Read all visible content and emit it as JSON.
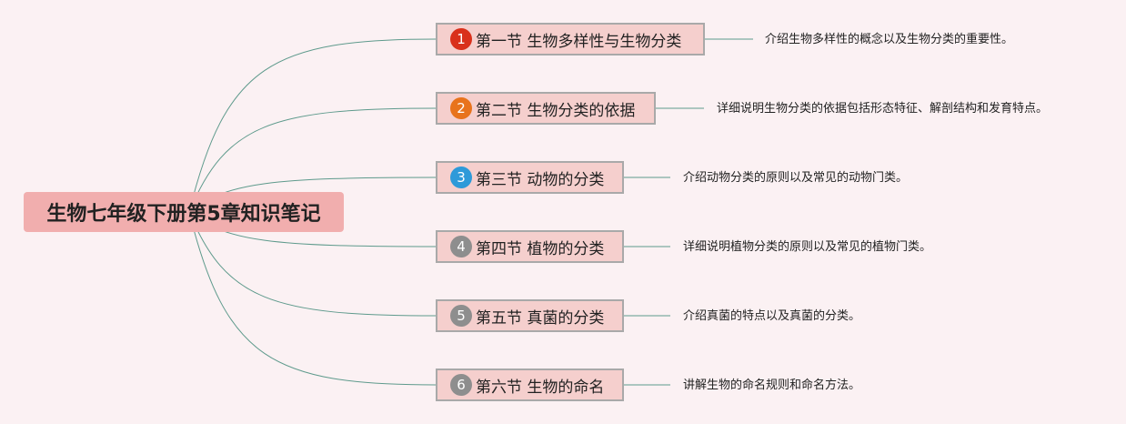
{
  "root": {
    "label": "生物七年级下册第5章知识笔记"
  },
  "colors": {
    "background": "#fbf1f3",
    "root_fill": "#f1aeae",
    "topic_fill": "#f5cfcd",
    "topic_border": "#a9a9a9",
    "connector": "#5e9a8c"
  },
  "branches": [
    {
      "number": "1",
      "badge_color": "#d9301b",
      "title": "第一节 生物多样性与生物分类",
      "description": "介绍生物多样性的概念以及生物分类的重要性。"
    },
    {
      "number": "2",
      "badge_color": "#e8731c",
      "title": "第二节 生物分类的依据",
      "description": "详细说明生物分类的依据包括形态特征、解剖结构和发育特点。"
    },
    {
      "number": "3",
      "badge_color": "#2e9ad9",
      "title": "第三节 动物的分类",
      "description": "介绍动物分类的原则以及常见的动物门类。"
    },
    {
      "number": "4",
      "badge_color": "#8e8e8e",
      "title": "第四节 植物的分类",
      "description": "详细说明植物分类的原则以及常见的植物门类。"
    },
    {
      "number": "5",
      "badge_color": "#8e8e8e",
      "title": "第五节 真菌的分类",
      "description": "介绍真菌的特点以及真菌的分类。"
    },
    {
      "number": "6",
      "badge_color": "#8e8e8e",
      "title": "第六节 生物的命名",
      "description": "讲解生物的命名规则和命名方法。"
    }
  ]
}
